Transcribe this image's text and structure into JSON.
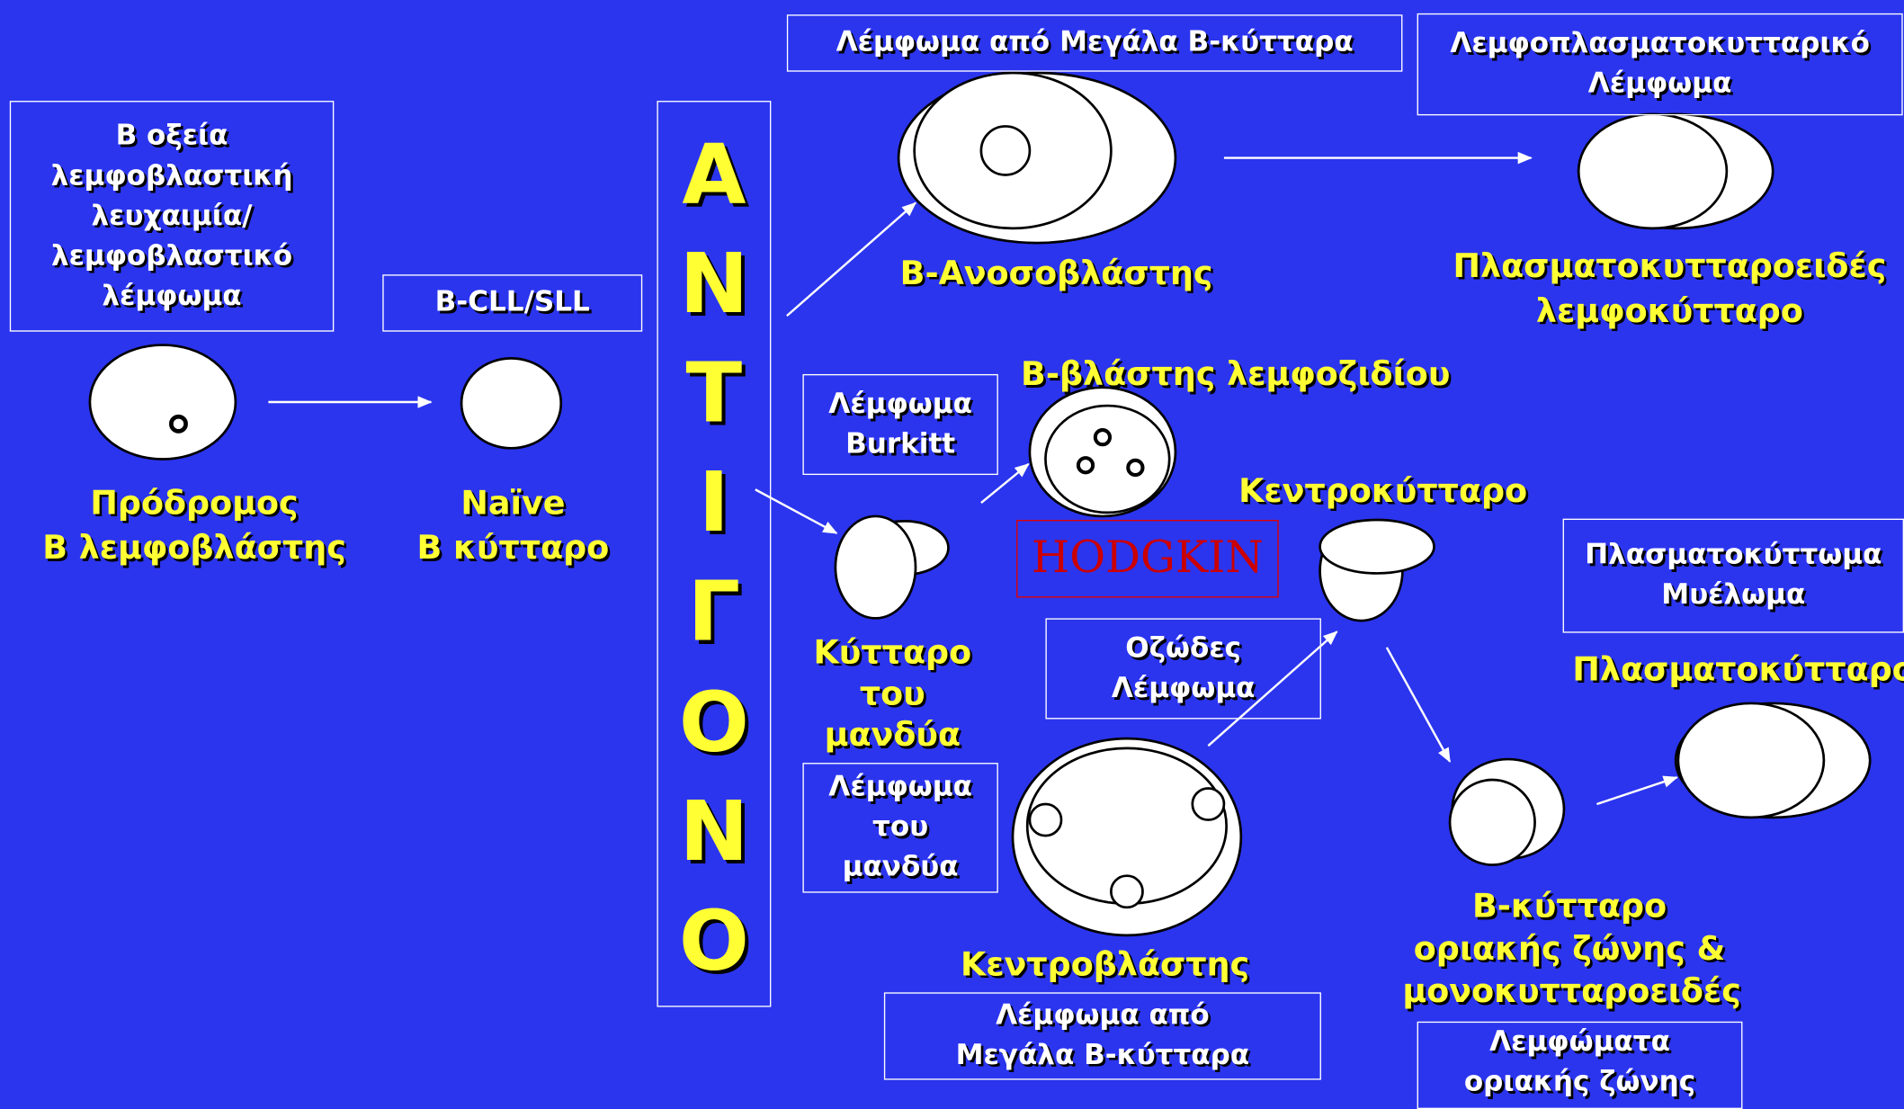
{
  "colors": {
    "background": "#2b35ee",
    "label": "#ffff33",
    "box_text": "#ffffff",
    "hodgkin": "#cc0000"
  },
  "boxes": {
    "b_all": "Β οξεία\nλεμφοβλαστική\nλευχαιμία/\nλεμφοβλαστικό\nλέμφωμα",
    "b_cll": "B-CLL/SLL",
    "large_b_top": "Λέμφωμα από Μεγάλα Β-κύτταρα",
    "lymphoplasmacytic": "Λεμφοπλασματοκυτταρικό\nΛέμφωμα",
    "burkitt": "Λέμφωμα\nBurkitt",
    "follicular": "Οζώδες\nΛέμφωμα",
    "mantle": "Λέμφωμα\nτου\nμανδύα",
    "large_b_bottom": "Λέμφωμα από\nΜεγάλα Β-κύτταρα",
    "plasmacytoma": "Πλασματοκύττωμα\nΜυέλωμα",
    "marginal_zone": "Λεμφώματα\nοριακής ζώνης",
    "hodgkin": "HODGKIN"
  },
  "antigen_letters": [
    "Α",
    "Ν",
    "Τ",
    "Ι",
    "Γ",
    "Ο",
    "Ν",
    "Ο"
  ],
  "labels": {
    "precursor": "Πρόδρομος\nΒ λεμφοβλάστης",
    "naive": "Naïve\nΒ κύτταρο",
    "immunoblast": "Β-Ανοσοβλάστης",
    "plasmacytoid": "Πλασματοκυτταροειδές\nλεμφοκύτταρο",
    "follicle_blast": "Β-βλάστης λεμφοζιδίου",
    "mantle_cell": "Κύτταρο\nτου\nμανδύα",
    "centrocyte": "Κεντροκύτταρο",
    "centroblast": "Κεντροβλάστης",
    "plasma_cell": "Πλασματοκύτταρο",
    "marginal_cell": "Β-κύτταρο\nοριακής ζώνης &\nμονοκυτταροειδές"
  }
}
